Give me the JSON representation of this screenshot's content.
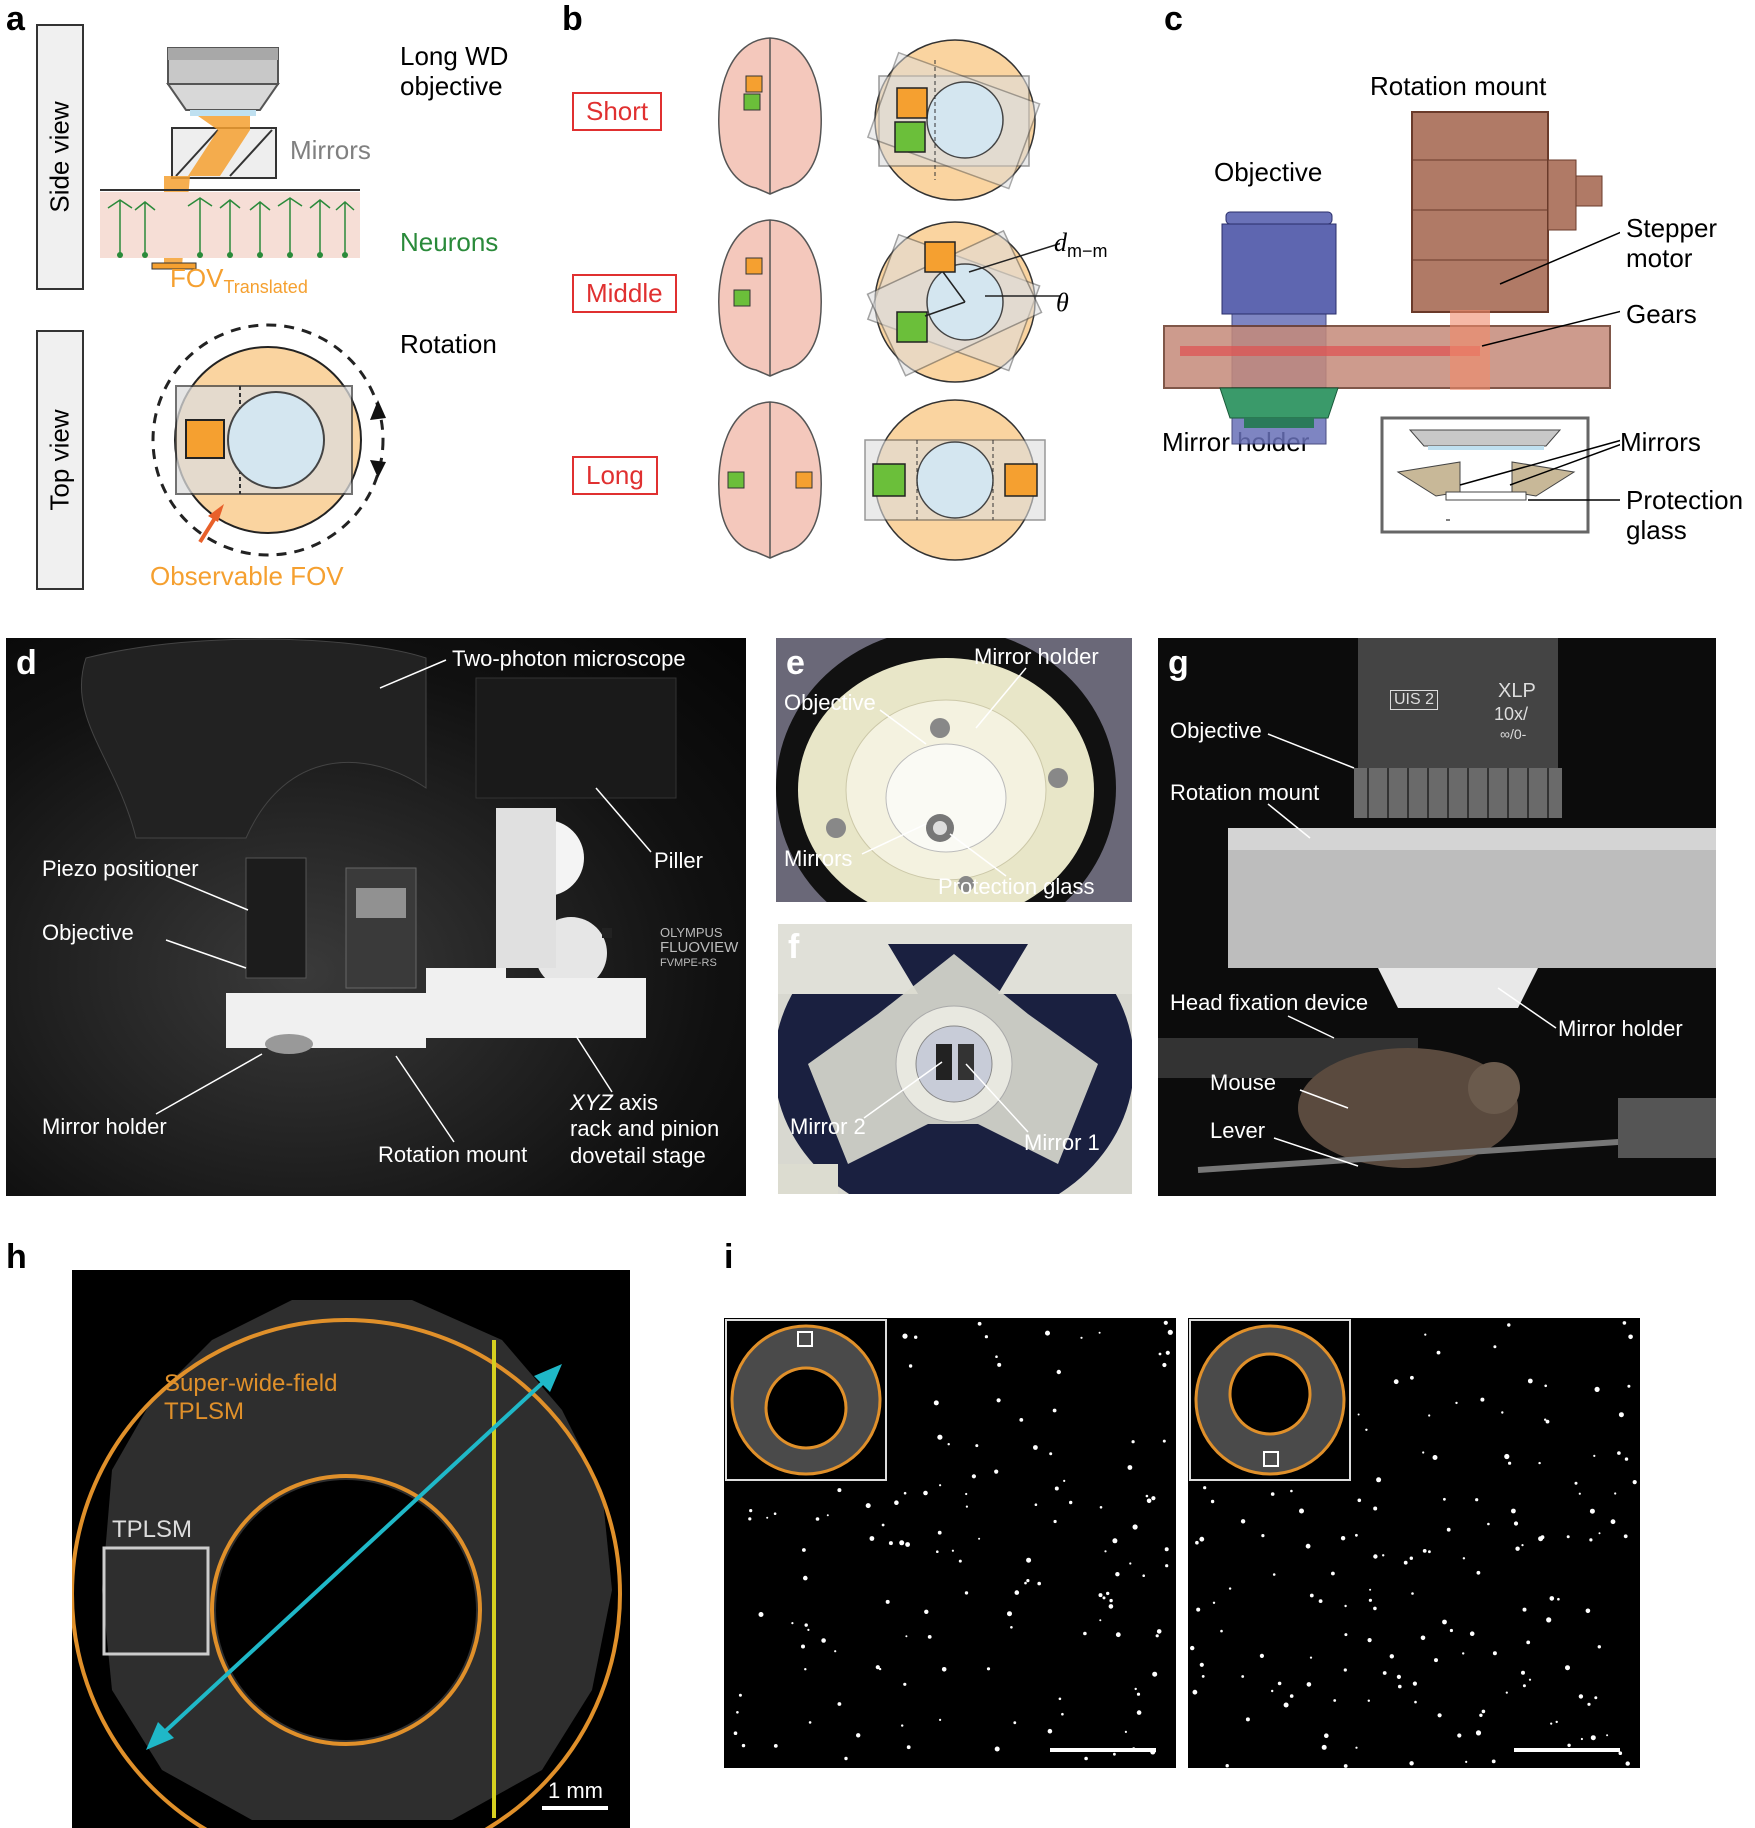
{
  "panel_labels": {
    "a": "a",
    "b": "b",
    "c": "c",
    "d": "d",
    "e": "e",
    "f": "f",
    "g": "g",
    "h": "h",
    "i": "i"
  },
  "panel_a": {
    "side_view": "Side view",
    "top_view": "Top view",
    "long_wd_objective": "Long WD\nobjective",
    "mirrors": "Mirrors",
    "neurons": "Neurons",
    "fov": "FOV",
    "fov_sub": "Translated",
    "rotation": "Rotation",
    "observable_fov": "Observable FOV"
  },
  "panel_b": {
    "short": "Short",
    "middle": "Middle",
    "long": "Long",
    "d_label": "d",
    "d_sub": "m−m",
    "theta": "θ"
  },
  "panel_c": {
    "rotation_mount": "Rotation mount",
    "objective": "Objective",
    "stepper_motor": "Stepper\nmotor",
    "gears": "Gears",
    "mirror_holder": "Mirror holder",
    "mirrors": "Mirrors",
    "protection_glass": "Protection\nglass"
  },
  "panel_d": {
    "two_photon": "Two-photon microscope",
    "piller": "Piller",
    "piezo": "Piezo positioner",
    "objective": "Objective",
    "mirror_holder": "Mirror holder",
    "rotation_mount": "Rotation mount",
    "xyz_italic": "XYZ",
    "xyz_rest": " axis",
    "rack": "rack and pinion",
    "dovetail": "dovetail stage",
    "olympus": "OLYMPUS",
    "fluoview": "FLUOVIEW",
    "fvmpe": "FVMPE-RS"
  },
  "panel_e": {
    "mirror_holder": "Mirror holder",
    "objective": "Objective",
    "mirrors": "Mirrors",
    "protection_glass": "Protection glass"
  },
  "panel_f": {
    "mirror2": "Mirror 2",
    "mirror1": "Mirror 1"
  },
  "panel_g": {
    "objective": "Objective",
    "rotation_mount": "Rotation mount",
    "head_fixation": "Head fixation device",
    "mirror_holder": "Mirror holder",
    "mouse": "Mouse",
    "lever": "Lever",
    "uis2": "UIS 2",
    "xlp": "XLP",
    "mag": "10x/",
    "inf": "∞/0-"
  },
  "panel_h": {
    "super_wide": "Super-wide-field\nTPLSM",
    "tplsm": "TPLSM",
    "scale": "1 mm"
  },
  "colors": {
    "orange": "#f5a030",
    "orange_ring": "#e0902a",
    "green": "#6bbf3a",
    "red": "#e03030",
    "neuron_green": "#2a8a3a",
    "cyan": "#1fb8c8",
    "yellow": "#d6d020",
    "brain": "#f4c8bc"
  }
}
